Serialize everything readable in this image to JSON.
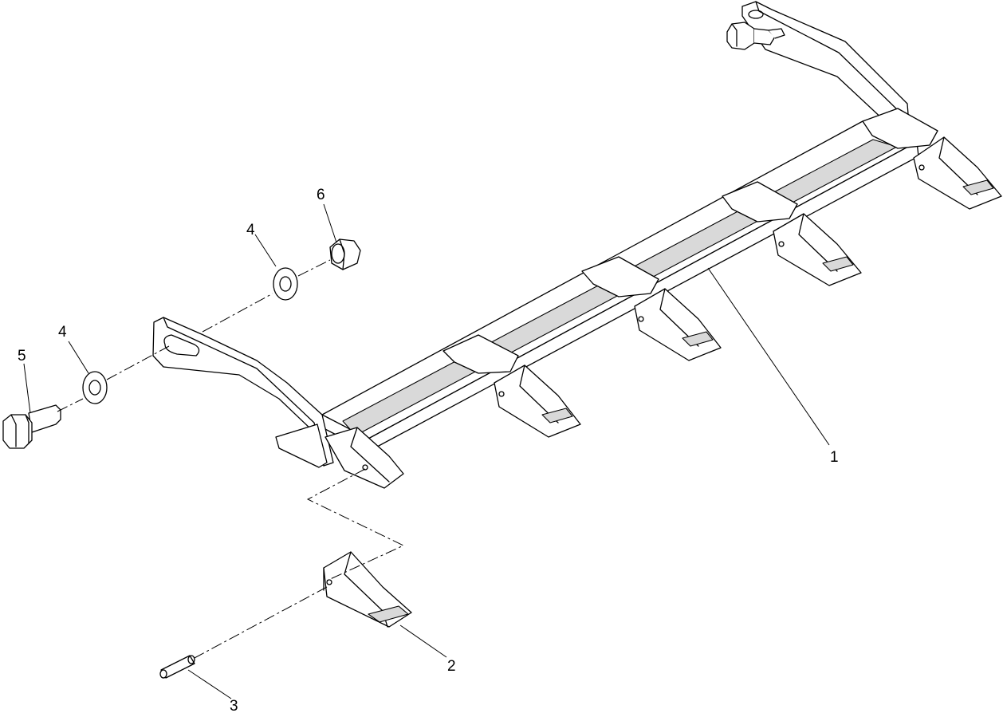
{
  "callouts": [
    {
      "id": "c1",
      "label": "1"
    },
    {
      "id": "c2",
      "label": "2"
    },
    {
      "id": "c3",
      "label": "3"
    },
    {
      "id": "c4a",
      "label": "4"
    },
    {
      "id": "c4b",
      "label": "4"
    },
    {
      "id": "c5",
      "label": "5"
    },
    {
      "id": "c6",
      "label": "6"
    }
  ]
}
